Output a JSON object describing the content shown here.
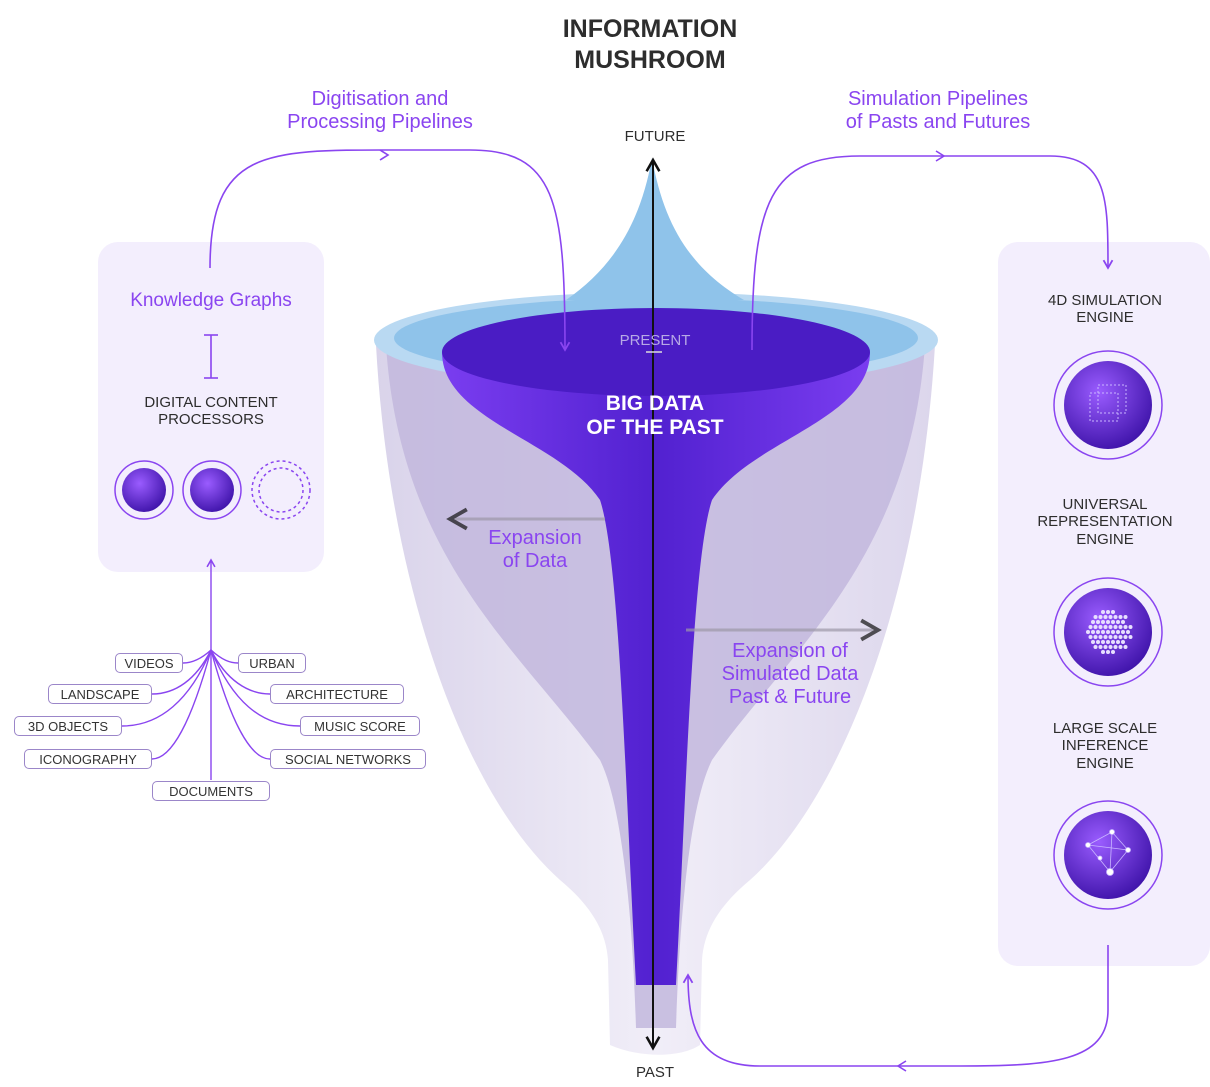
{
  "title": {
    "line1": "INFORMATION",
    "line2": "MUSHROOM"
  },
  "pipelines": {
    "left": {
      "line1": "Digitisation and",
      "line2": "Processing Pipelines"
    },
    "right": {
      "line1": "Simulation Pipelines",
      "line2": "of Pasts and Futures"
    }
  },
  "axis": {
    "top": "FUTURE",
    "bottom": "PAST",
    "present": "PRESENT"
  },
  "center": {
    "line1": "BIG DATA",
    "line2": "OF THE PAST"
  },
  "expansion_data": {
    "line1": "Expansion",
    "line2": "of Data"
  },
  "expansion_simulated": {
    "line1": "Expansion of",
    "line2": "Simulated Data",
    "line3": "Past & Future"
  },
  "left_panel": {
    "knowledge_graphs": "Knowledge Graphs",
    "processors": {
      "line1": "DIGITAL CONTENT",
      "line2": "PROCESSORS"
    }
  },
  "sources": {
    "left": [
      "VIDEOS",
      "LANDSCAPE",
      "3D OBJECTS",
      "ICONOGRAPHY"
    ],
    "right": [
      "URBAN",
      "ARCHITECTURE",
      "MUSIC SCORE",
      "SOCIAL NETWORKS"
    ],
    "bottom": "DOCUMENTS"
  },
  "engines": [
    {
      "line1": "4D SIMULATION",
      "line2": "ENGINE",
      "icon": "cube-icon"
    },
    {
      "line1": "UNIVERSAL",
      "line2": "REPRESENTATION",
      "line3": "ENGINE",
      "icon": "dot-grid-icon"
    },
    {
      "line1": "LARGE SCALE",
      "line2": "INFERENCE",
      "line3": "ENGINE",
      "icon": "network-icon"
    }
  ],
  "colors": {
    "accent": "#8a45f0",
    "deep_purple": "#4a1cc4",
    "light_blue": "#8fc3ea",
    "panel": "#f3eefd",
    "text": "#2d2d2d"
  }
}
